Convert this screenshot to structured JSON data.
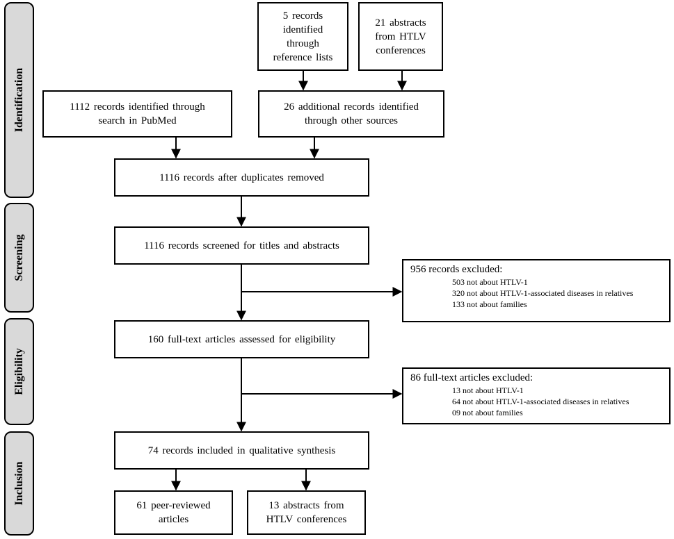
{
  "stages": {
    "identification": "Identification",
    "screening": "Screening",
    "eligibility": "Eligibility",
    "inclusion": "Inclusion"
  },
  "boxes": {
    "reference_lists": [
      "5 records",
      "identified",
      "through",
      "reference lists"
    ],
    "htlv_abstracts": [
      "21 abstracts",
      "from HTLV",
      "conferences"
    ],
    "pubmed": [
      "1112 records identified through",
      "search in PubMed"
    ],
    "other_sources": [
      "26 additional records identified",
      "through other sources"
    ],
    "after_duplicates": [
      "1116 records after duplicates removed"
    ],
    "screened": [
      "1116 records screened for titles and abstracts"
    ],
    "full_text": [
      "160 full-text articles assessed for eligibility"
    ],
    "included": [
      "74 records included in qualitative synthesis"
    ],
    "peer_reviewed": [
      "61 peer-reviewed",
      "articles"
    ],
    "conference_abstracts": [
      "13 abstracts from",
      "HTLV conferences"
    ]
  },
  "excluded_screening": {
    "title": "956 records excluded:",
    "items": [
      "503 not about HTLV-1",
      "320 not about HTLV-1-associated diseases in relatives",
      "133 not about families"
    ]
  },
  "excluded_eligibility": {
    "title": "86 full-text articles excluded:",
    "items": [
      "13 not about HTLV-1",
      "64 not about HTLV-1-associated diseases in relatives",
      "09 not about families"
    ]
  }
}
